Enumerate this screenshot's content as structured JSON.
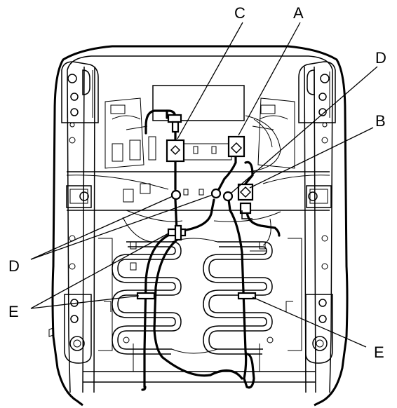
{
  "callouts": {
    "a": "A",
    "b": "B",
    "c": "C",
    "d_top": "D",
    "d_left": "D",
    "e_left": "E",
    "e_right": "E"
  },
  "colors": {
    "line": "#000000",
    "background": "#ffffff"
  }
}
